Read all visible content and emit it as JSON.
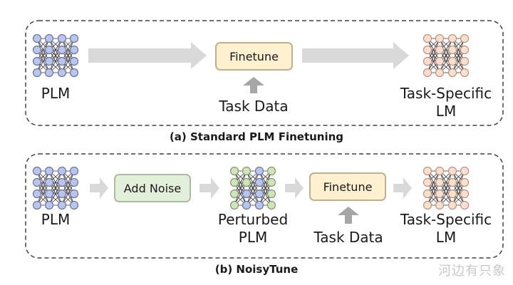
{
  "panel_a": {
    "caption": "(a) Standard PLM Finetuning",
    "plm_label": "PLM",
    "finetune_label": "Finetune",
    "task_data_label": "Task Data",
    "output_label_line1": "Task-Specific",
    "output_label_line2": "LM"
  },
  "panel_b": {
    "caption": "(b) NoisyTune",
    "plm_label": "PLM",
    "add_noise_label": "Add Noise",
    "perturbed_label_line1": "Perturbed",
    "perturbed_label_line2": "PLM",
    "finetune_label": "Finetune",
    "task_data_label": "Task Data",
    "output_label_line1": "Task-Specific",
    "output_label_line2": "LM"
  },
  "watermark": "河边有只象",
  "colors": {
    "plm_node": "#b9c6ec",
    "plm_node_stroke": "#6674a8",
    "lm_node": "#fbe0d2",
    "lm_node_stroke": "#c48f78",
    "perturbed_node": "#cfe4b8",
    "perturbed_node_stroke": "#7f9a66",
    "arrow": "#d9d9d9",
    "up_arrow": "#a6a6a6",
    "finetune_fill": "#fff1cf",
    "noise_fill": "#e3efdb"
  },
  "icons": {
    "network": "neural-network-icon",
    "arrow": "arrow-right-icon",
    "up_arrow": "arrow-up-icon"
  }
}
